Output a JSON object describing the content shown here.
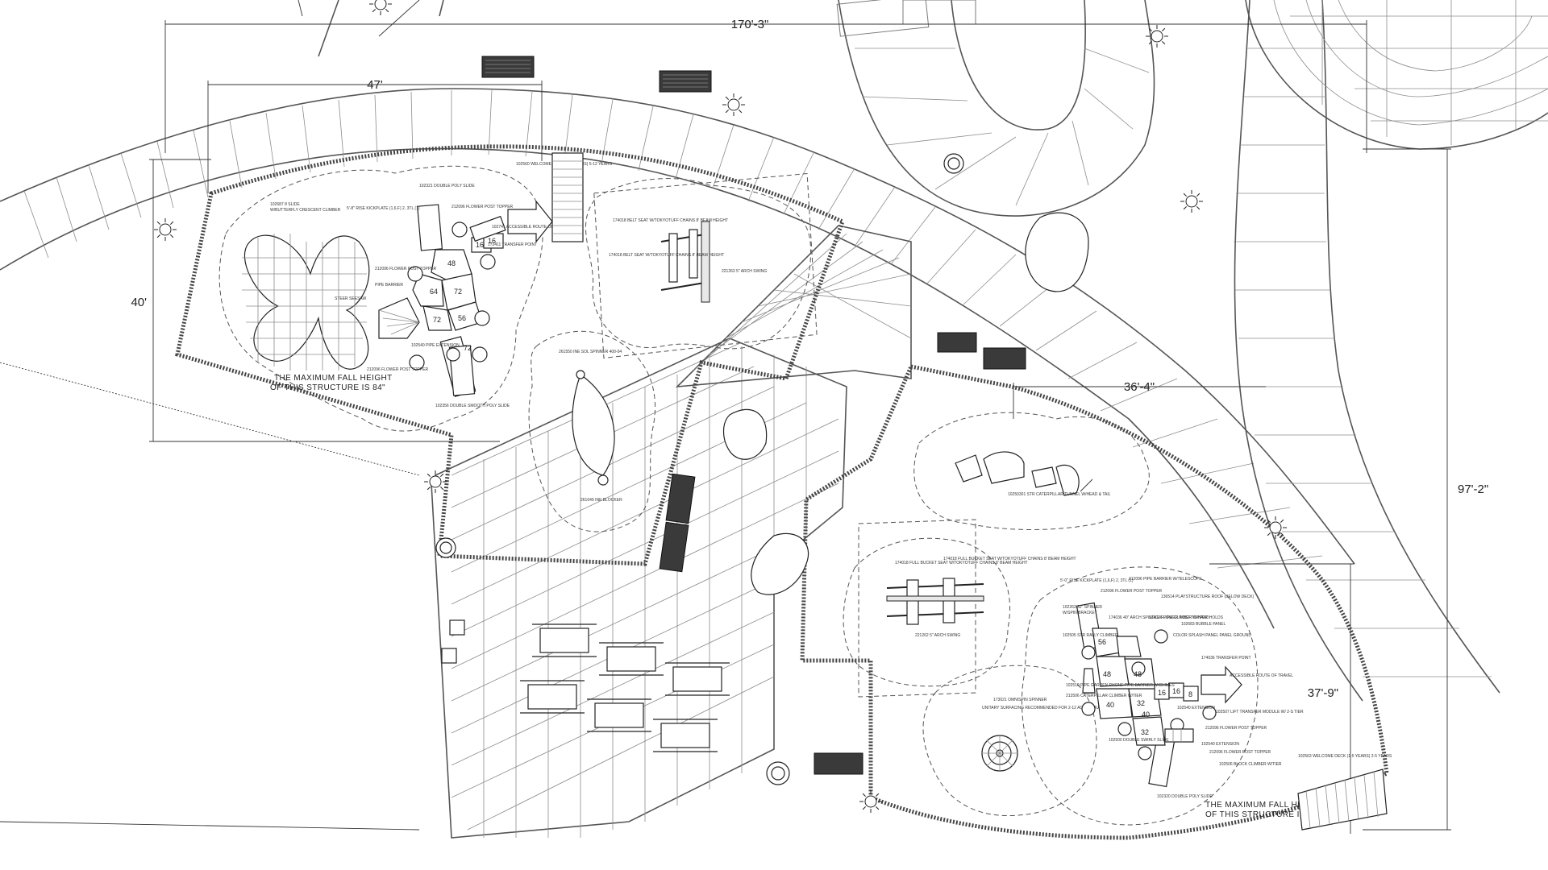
{
  "dimensions": {
    "overall_width": "170'-3\"",
    "left_width": "47'",
    "left_height": "40'",
    "right_width": "36'-4\"",
    "right_height": "97'-2\"",
    "lower_right": "37'-9\""
  },
  "notes": {
    "fall_height_left_1": "THE MAXIMUM FALL HEIGHT",
    "fall_height_left_2": "OF THIS STRUCTURE IS 84\"",
    "fall_height_right_1": "THE MAXIMUM FALL HEIGHT",
    "fall_height_right_2": "OF THIS STRUCTURE IS 56\""
  },
  "left_structure": {
    "deck_heights": [
      "48",
      "64",
      "72",
      "72",
      "56",
      "16",
      "16",
      "72"
    ],
    "labels": [
      "102560 WELCOME DECK (1-5 YEARS) 5-12 YEARS",
      "102321 DOUBLE POLY SLIDE",
      "5'-8\" RISE KICKPLATE (1,6,F) 2, 3TL (1)",
      "212096 FLOWER POST TOPPER",
      "102741 ACCESSIBLE ROUTE OF TRAVEL",
      "172411 TRANSFER POINT",
      "102687 8 SLIDE",
      "W/BUTTERFLY CRESCENT CLIMBER",
      "212096 FLOWER POST TOPPER",
      "PIPE BARRIER",
      "STEER SEESAW",
      "102540 PIPE EXTENSION",
      "102356 DOUBLE SMOOTH POLY SLIDE",
      "212096 FLOWER POST TOPPER"
    ]
  },
  "bell_swing": {
    "labels": [
      "174018 BELT SEAT W/TOKYOTUFF CHAINS 8' BEAM HEIGHT",
      "174018 BELT SEAT W/TOKYOTUFF CHAINS 8' BEAM HEIGHT",
      "221263 5\" ARCH SWING"
    ]
  },
  "spinner": {
    "labels": [
      "261550 INE SOL SPINNER 400-04",
      "261049 INE BLOCKER"
    ]
  },
  "tunnel": {
    "labels": [
      "10250301 STR CATERPILLAR TUNNEL W/HEAD & TAIL"
    ]
  },
  "swing_right": {
    "labels": [
      "174018 FULL BUCKET SEAT W/TOKYOTUFF CHAINS 8' BEAM HEIGHT",
      "174018 FULL BUCKET SEAT W/TOKYOTUFF CHAINS 8' BEAM HEIGHT",
      "221262 5\" ARCH SWING"
    ]
  },
  "merry_go_round": {
    "labels": [
      "173021 OMNISPIN SPINNER",
      "UNITARY SURFACING RECOMMENDED FOR 2-12 AGE GROUP"
    ]
  },
  "right_structure": {
    "deck_heights": [
      "56",
      "48",
      "48",
      "40",
      "32",
      "32",
      "40",
      "16",
      "16",
      "8"
    ],
    "labels": [
      "5'-0\" RISE KICKPLATE (1,6,F) 2, 3TL (1)",
      "212096 FLOWER POST TOPPER",
      "212096 PIPE BARRIER W/TELESCOPE",
      "136514 PLAYSTRUCTURE ROOF (BELOW DECK)",
      "102263 32\" SPINNER",
      "W/SPIN BRACKET",
      "174036 40\" ARCH SPINDLE FLOWER POST TOPPER",
      "174036 PIPE CLIMBER W/HANDHOLDS",
      "102683 BUBBLE PANEL",
      "COLOR SPLASH PANEL PANEL GROUND",
      "ACCESSIBLE ROUTE OF TRAVEL",
      "174036 TRANSFER POINT",
      "102507 LIFT TRANSFER MODULE W/ 2-S TIER",
      "212096 FLOWER POST TOPPER",
      "102540 EXTENSION",
      "102506 BLOCK CLIMBER W/TIER",
      "102563 WELCOME DECK (1-5 YEARS) 2-5 YEARS",
      "102320 DOUBLE POLY SLIDE",
      "212096 FLOWER POST TOPPER",
      "102505 STR RALLY CLIMBER",
      "102510 PIPE GARDEN PHONE PIPE BARRIER W/CHIMES",
      "102540 EXTENSION",
      "213506 CATERPILLAR CLIMBER W/TIER",
      "102500 DOUBLE SWIRLY SLIDE"
    ]
  }
}
